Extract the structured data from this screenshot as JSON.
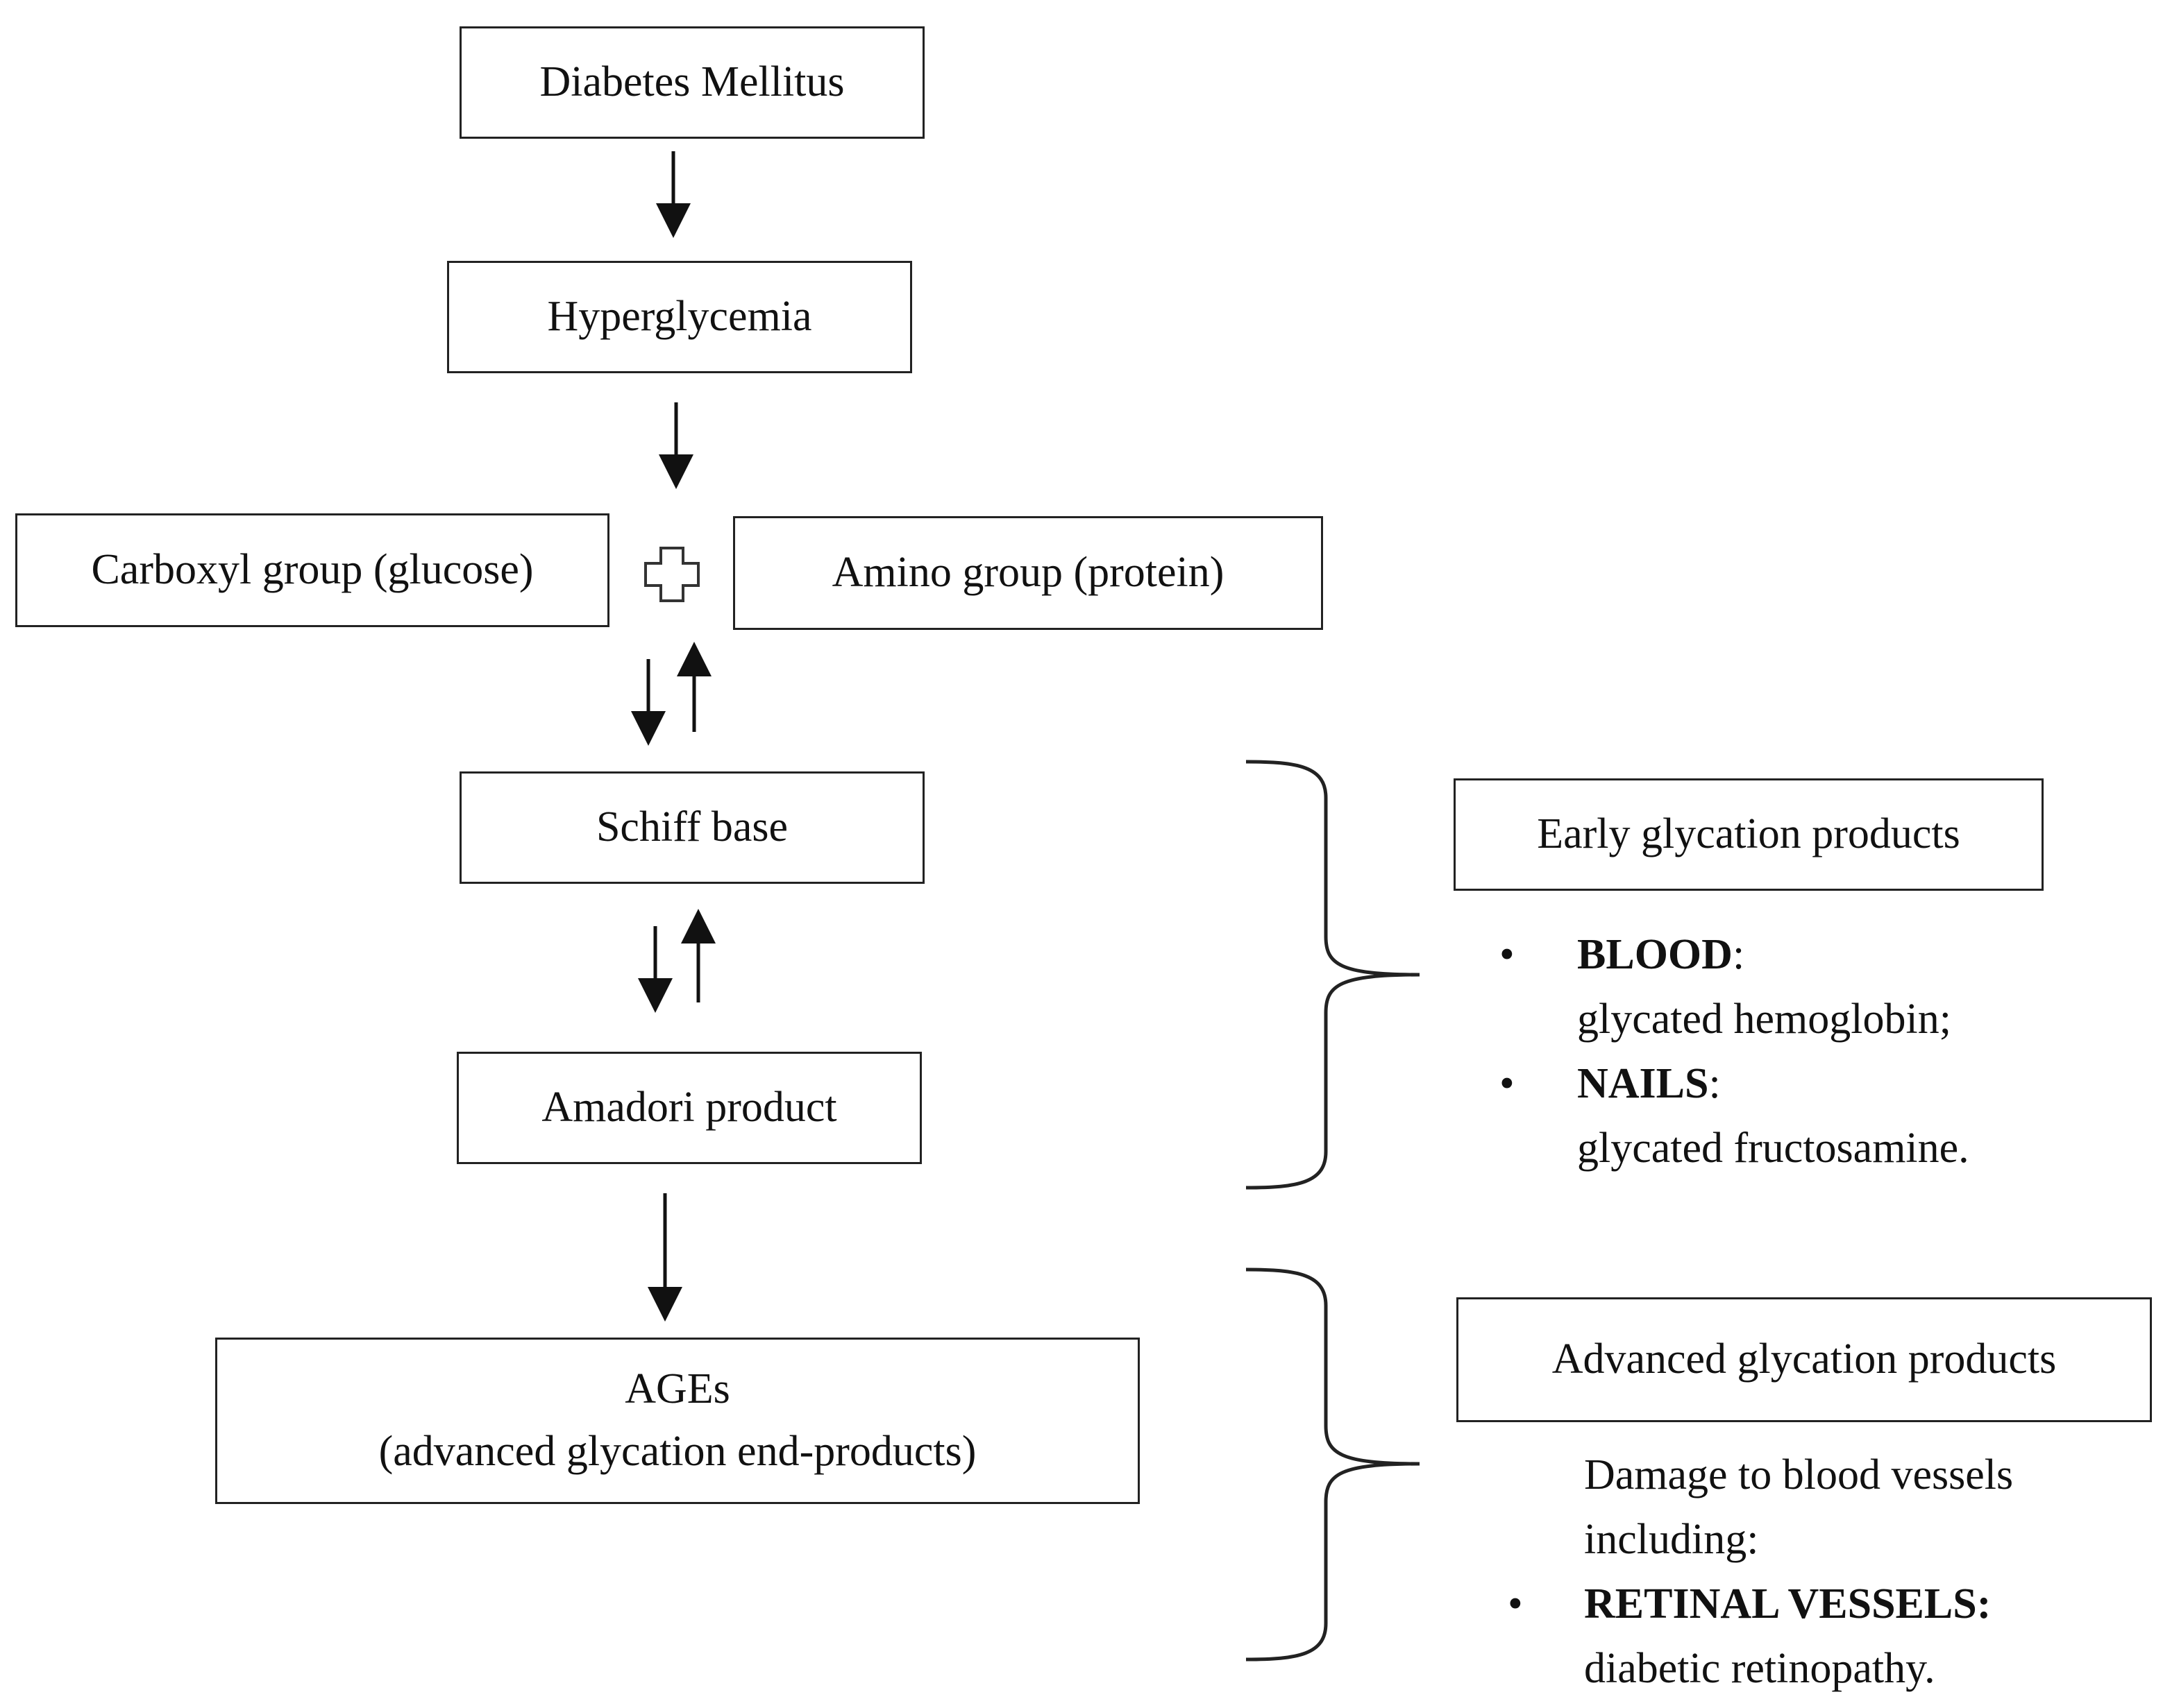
{
  "flow": {
    "diabetes": "Diabetes Mellitus",
    "hyperglycemia": "Hyperglycemia",
    "carboxyl": "Carboxyl group (glucose)",
    "amino": "Amino group (protein)",
    "schiff": "Schiff base",
    "amadori": "Amadori product",
    "ages_line1": "AGEs",
    "ages_line2": "(advanced glycation end-products)"
  },
  "early": {
    "title": "Early glycation products",
    "items": [
      {
        "label": "BLOOD",
        "suffix": ":",
        "detail": "glycated hemoglobin;"
      },
      {
        "label": "NAILS",
        "suffix": ":",
        "detail": "glycated fructosamine."
      }
    ]
  },
  "advanced": {
    "title": "Advanced glycation products",
    "intro_line1": "Damage to blood vessels",
    "intro_line2": "including:",
    "items": [
      {
        "label": "RETINAL VESSELS:",
        "detail": "diabetic retinopathy."
      }
    ]
  },
  "symbols": {
    "bullet": "•"
  }
}
